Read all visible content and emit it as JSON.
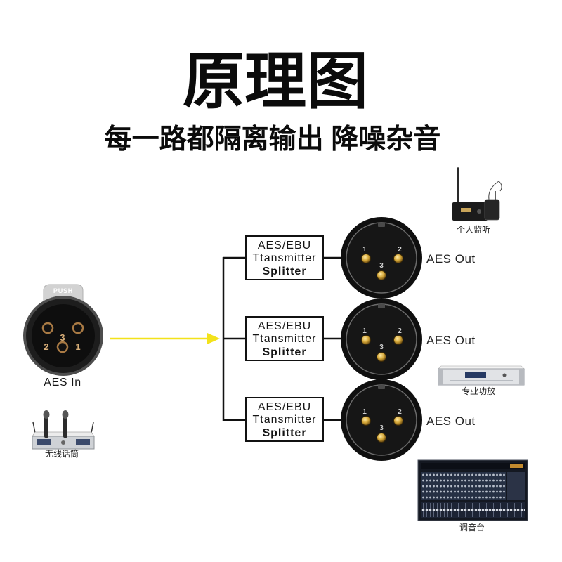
{
  "title": "原理图",
  "subtitle": "每一路都隔离输出 降噪杂音",
  "input": {
    "connector_tab": "PUSH",
    "pins": [
      "2",
      "3",
      "1"
    ],
    "label": "AES In",
    "icon": "xlr-female-connector-icon"
  },
  "source_device": {
    "label": "无线话筒",
    "icon": "wireless-microphone-icon"
  },
  "splitters": [
    {
      "lines": [
        "AES/EBU",
        "Ttansmitter",
        "Splitter"
      ],
      "pins": [
        "1",
        "2",
        "3"
      ],
      "output_label": "AES Out"
    },
    {
      "lines": [
        "AES/EBU",
        "Ttansmitter",
        "Splitter"
      ],
      "pins": [
        "1",
        "2",
        "3"
      ],
      "output_label": "AES Out"
    },
    {
      "lines": [
        "AES/EBU",
        "Ttansmitter",
        "Splitter"
      ],
      "pins": [
        "1",
        "2",
        "3"
      ],
      "output_label": "AES Out"
    }
  ],
  "destination_devices": [
    {
      "label": "个人监听",
      "icon": "personal-monitor-icon"
    },
    {
      "label": "专业功放",
      "icon": "power-amplifier-icon"
    },
    {
      "label": "调音台",
      "icon": "mixing-console-icon"
    }
  ],
  "colors": {
    "signal_arrow": "#f3e21b",
    "wiring": "#111111",
    "pin_gold": "#d6a93a"
  }
}
